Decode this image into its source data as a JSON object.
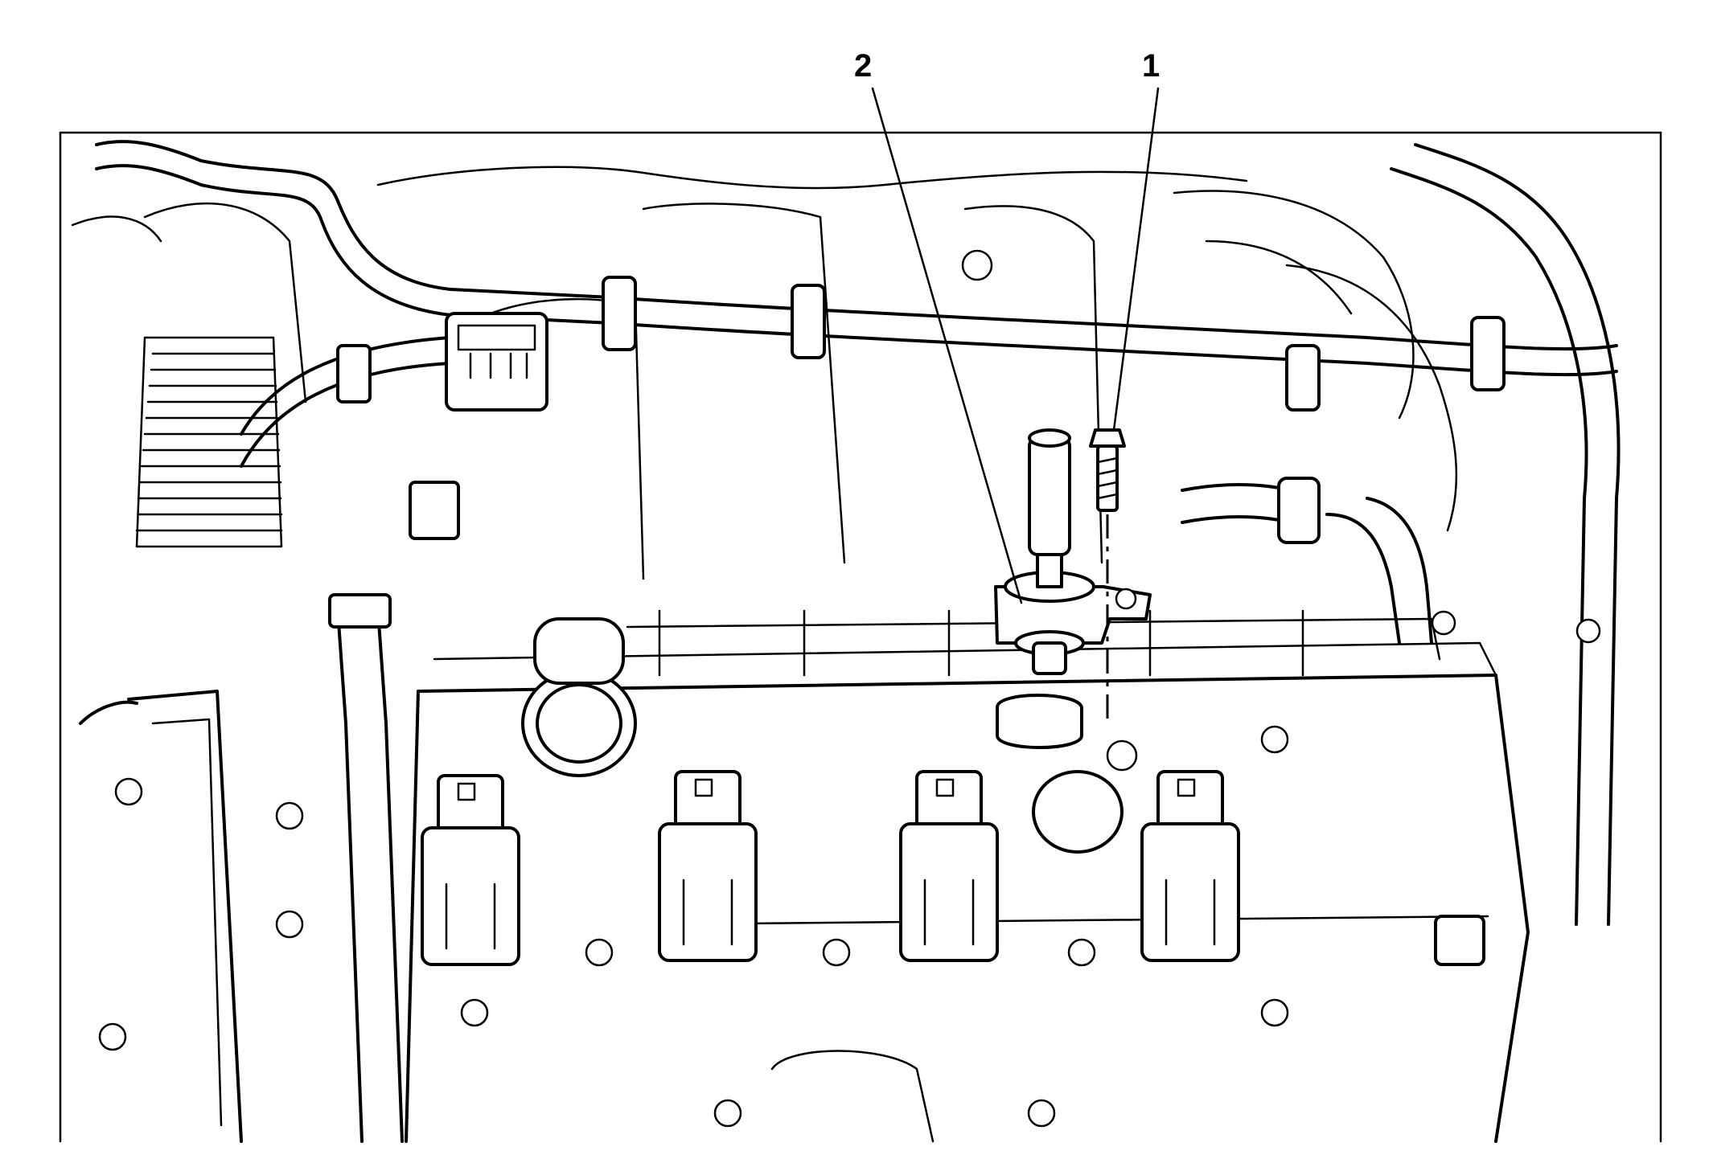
{
  "callouts": [
    {
      "id": "2",
      "label": "2"
    },
    {
      "id": "1",
      "label": "1"
    }
  ],
  "colors": {
    "line": "#000000",
    "background": "#ffffff"
  }
}
